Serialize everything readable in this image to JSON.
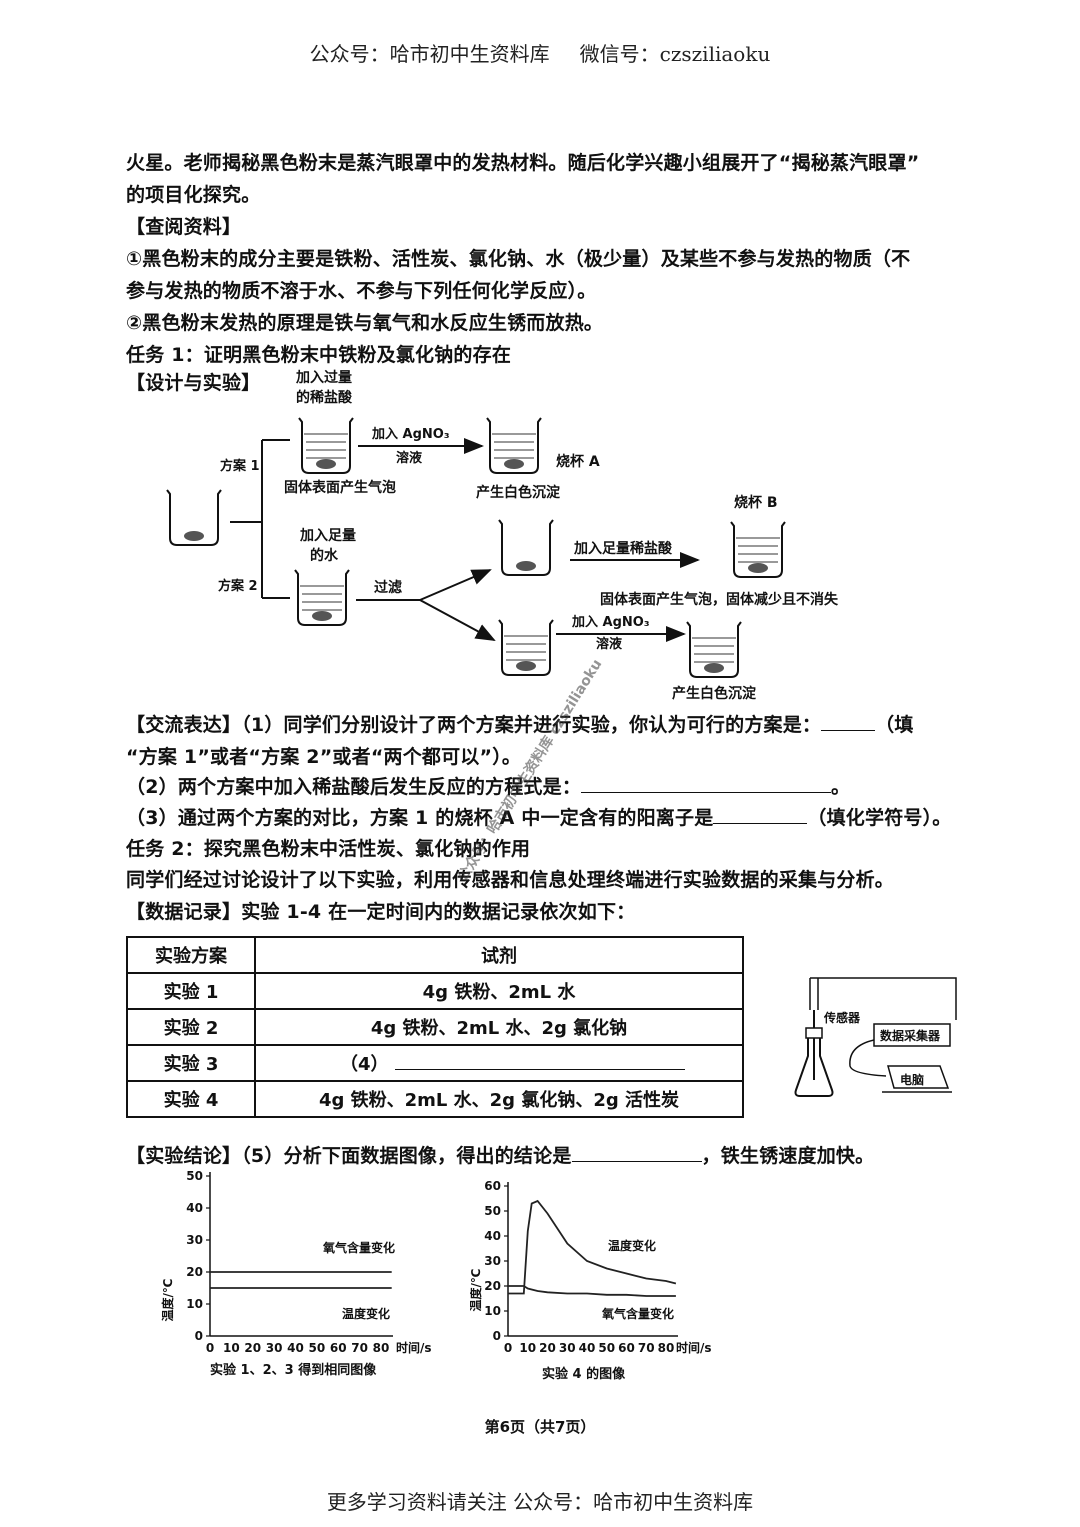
{
  "header": {
    "left": "公众号：哈市初中生资料库",
    "right": "微信号：czsziliaoku"
  },
  "intro": {
    "line1": "火星。老师揭秘黑色粉末是蒸汽眼罩中的发热材料。随后化学兴趣小组展开了“揭秘蒸汽眼罩”",
    "line2": "的项目化探究。"
  },
  "research": {
    "title": "【查阅资料】",
    "item1_line1": "①黑色粉末的成分主要是铁粉、活性炭、氯化钠、水（极少量）及某些不参与发热的物质（不",
    "item1_line2": "参与发热的物质不溶于水、不参与下列任何化学反应）。",
    "item2": "②黑色粉末发热的原理是铁与氧气和水反应生锈而放热。"
  },
  "task1": {
    "title": "任务 1：证明黑色粉末中铁粉及氯化钠的存在",
    "design": "【设计与实验】"
  },
  "diagram": {
    "plan1": "方案 1",
    "plan2": "方案 2",
    "p1_add_top1": "加入过量",
    "p1_add_top2": "的稀盐酸",
    "p1_bubbles": "固体表面产生气泡",
    "p1_arrow_top": "加入 AgNO₃",
    "p1_arrow_bot": "溶液",
    "beaker_a": "烧杯 A",
    "p1_white": "产生白色沉淀",
    "p2_add_top1": "加入足量",
    "p2_add_top2": "的水",
    "p2_filter": "过滤",
    "p2_acid": "加入足量稀盐酸",
    "beaker_b": "烧杯 B",
    "p2_bubbles": "固体表面产生气泡，固体减少且不消失",
    "p2_arrow_top": "加入 AgNO₃",
    "p2_arrow_bot": "溶液",
    "p2_white": "产生白色沉淀"
  },
  "exchange": {
    "q1_a": "【交流表达】（1）同学们分别设计了两个方案并进行实验，你认为可行的方案是：",
    "q1_b": "（填",
    "q1_c": "“方案 1”或者“方案 2”或者“两个都可以”）。",
    "q2_a": "（2）两个方案中加入稀盐酸后发生反应的方程式是：",
    "q2_b": "。",
    "q3_a": "（3）通过两个方案的对比，方案 1 的烧杯 A 中一定含有的阳离子是",
    "q3_b": "（填化学符号）。"
  },
  "task2": {
    "title": "任务 2：探究黑色粉末中活性炭、氯化钠的作用",
    "desc": "同学们经过讨论设计了以下实验，利用传感器和信息处理终端进行实验数据的采集与分析。",
    "record": "【数据记录】实验 1-4 在一定时间内的数据记录依次如下："
  },
  "table": {
    "headers": [
      "实验方案",
      "试剂"
    ],
    "rows": [
      [
        "实验 1",
        "4g 铁粉、2mL 水"
      ],
      [
        "实验 2",
        "4g 铁粉、2mL 水、2g 氯化钠"
      ],
      [
        "实验 3",
        "（4）"
      ],
      [
        "实验 4",
        "4g 铁粉、2mL 水、2g 氯化钠、2g 活性炭"
      ]
    ]
  },
  "apparatus": {
    "sensor": "传感器",
    "collector": "数据采集器",
    "computer": "电脑"
  },
  "conclusion": {
    "a": "【实验结论】（5）分析下面数据图像，得出的结论是",
    "b": "，铁生锈速度加快。"
  },
  "chart_data": [
    {
      "type": "line",
      "title": "",
      "xlabel": "时间/s",
      "ylabel": "温度/℃",
      "xlim": [
        0,
        80
      ],
      "ylim": [
        0,
        50
      ],
      "xticks": [
        0,
        10,
        20,
        30,
        40,
        50,
        60,
        70,
        80
      ],
      "yticks": [
        0,
        10,
        20,
        30,
        40,
        50
      ],
      "caption": "实验 1、2、3 得到相同图像",
      "series": [
        {
          "name": "氧气含量变化",
          "x": [
            0,
            85
          ],
          "y": [
            20,
            20
          ]
        },
        {
          "name": "温度变化",
          "x": [
            0,
            85
          ],
          "y": [
            15,
            15
          ]
        }
      ]
    },
    {
      "type": "line",
      "title": "",
      "xlabel": "时间/s",
      "ylabel": "温度/℃",
      "xlim": [
        0,
        80
      ],
      "ylim": [
        0,
        60
      ],
      "xticks": [
        0,
        10,
        20,
        30,
        40,
        50,
        60,
        70,
        80
      ],
      "yticks": [
        0,
        10,
        20,
        30,
        40,
        50,
        60
      ],
      "caption": "实验 4 的图像",
      "series": [
        {
          "name": "温度变化",
          "x": [
            0,
            5,
            8,
            10,
            12,
            15,
            20,
            25,
            30,
            40,
            50,
            60,
            70,
            80,
            85
          ],
          "y": [
            17,
            17,
            17,
            42,
            53,
            54,
            49,
            43,
            37,
            30,
            27,
            25,
            23,
            22,
            21
          ]
        },
        {
          "name": "氧气含量变化",
          "x": [
            0,
            5,
            7,
            8,
            10,
            15,
            20,
            30,
            40,
            50,
            60,
            70,
            80,
            85
          ],
          "y": [
            20,
            20,
            20,
            20,
            19,
            18,
            17.5,
            17,
            17,
            16.5,
            16.5,
            16,
            16,
            16
          ]
        }
      ]
    }
  ],
  "page_number": "第6页（共7页）",
  "footer": "更多学习资料请关注 公众号：哈市初中生资料库",
  "watermark": "公众号：哈市初中生资料库 czsziliaoku"
}
